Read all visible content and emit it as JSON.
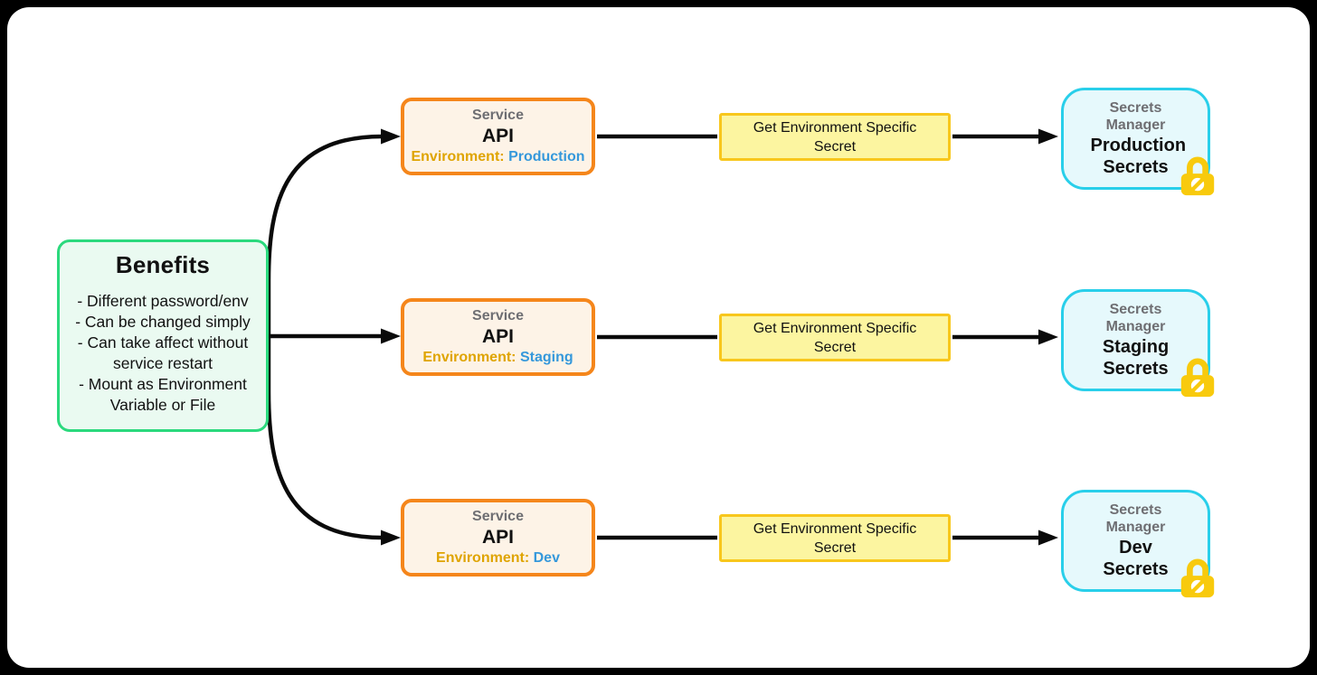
{
  "colors": {
    "canvas-bg": "#000000",
    "card-bg": "#ffffff",
    "benefits-border": "#2bd97d",
    "benefits-fill": "#eafaf1",
    "service-border": "#f5861b",
    "service-fill": "#fdf3e7",
    "action-border": "#f8c71c",
    "action-fill": "#fcf5a0",
    "store-border": "#29cfea",
    "store-fill": "#e6f9fc",
    "muted-text": "#6e6e72",
    "env-label": "#dfa400",
    "env-value": "#3598db",
    "lock-gold": "#f8ca0d",
    "arrow": "#0a0a0a",
    "text": "#111111"
  },
  "benefits": {
    "title": "Benefits",
    "items": [
      "- Different password/env",
      "- Can be changed simply",
      "- Can take affect without service restart",
      "- Mount as Environment Variable or File"
    ]
  },
  "rows": [
    {
      "service": {
        "category": "Service",
        "name": "API",
        "env_label": "Environment:",
        "env_value": "Production"
      },
      "action": "Get Environment Specific Secret",
      "store": {
        "category": "Secrets Manager",
        "name": "Production Secrets",
        "icon": "lock-icon"
      }
    },
    {
      "service": {
        "category": "Service",
        "name": "API",
        "env_label": "Environment:",
        "env_value": "Staging"
      },
      "action": "Get Environment Specific Secret",
      "store": {
        "category": "Secrets Manager",
        "name": "Staging Secrets",
        "icon": "lock-icon"
      }
    },
    {
      "service": {
        "category": "Service",
        "name": "API",
        "env_label": "Environment:",
        "env_value": "Dev"
      },
      "action": "Get Environment Specific Secret",
      "store": {
        "category": "Secrets Manager",
        "name": "Dev Secrets",
        "icon": "lock-icon"
      }
    }
  ]
}
